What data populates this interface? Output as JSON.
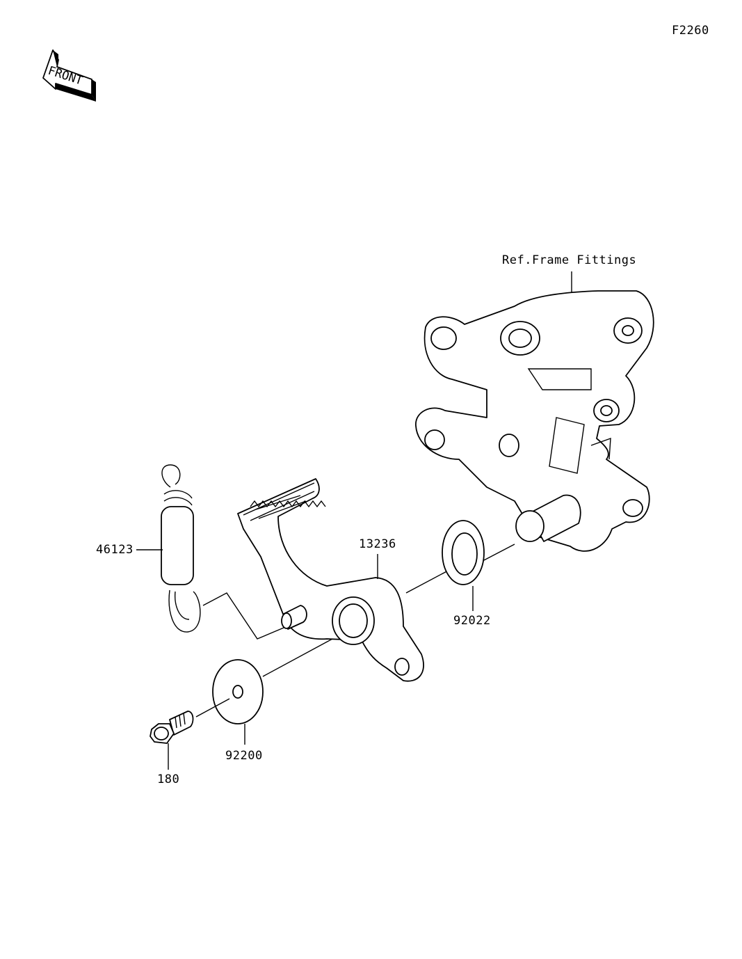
{
  "diagram_code": "F2260",
  "front_indicator": "FRONT",
  "callouts": {
    "ref_frame": "Ref.Frame Fittings",
    "spring": "46123",
    "pedal": "13236",
    "washer_right": "92022",
    "washer_left": "92200",
    "bolt": "180"
  }
}
